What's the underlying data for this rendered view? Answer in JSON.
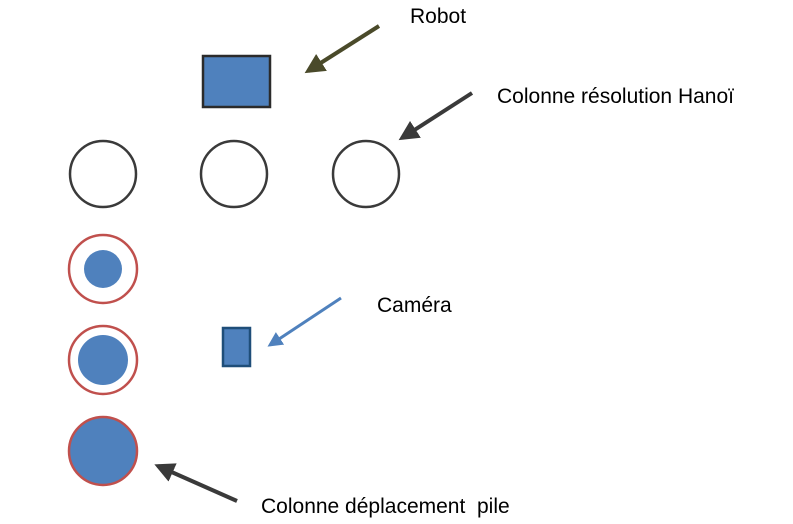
{
  "labels": {
    "robot": "Robot",
    "hanoi_column": "Colonne résolution Hanoï",
    "camera": "Caméra",
    "pile_column": "Colonne déplacement  pile"
  },
  "colors": {
    "fill_blue": "#4F81BD",
    "dark_outline": "#3A3A3A",
    "red_ring": "#C0504D",
    "robot_border": "#2B2B2B",
    "camera_border": "#1F4E79",
    "robot_arrow": "#4A4A2A",
    "hanoi_arrow": "#3A3A3A",
    "camera_arrow": "#4F81BD",
    "pile_arrow": "#3A3A3A"
  },
  "icons": {
    "robot": "blue-rectangle",
    "camera": "small-blue-rectangle",
    "hanoi_column": "empty-circle",
    "pile_column": "red-ringed-blue-disc"
  }
}
